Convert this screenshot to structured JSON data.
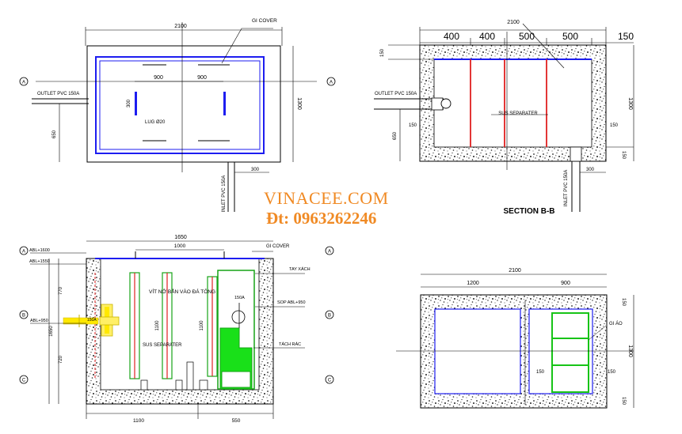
{
  "watermark": {
    "brand": "VINACEE.COM",
    "phone": "Đt: 0963262246"
  },
  "plan": {
    "width": "2100",
    "depth": "1300",
    "cover": "GI COVER",
    "span1": "900",
    "span2": "900",
    "lug": "LUG Ø20",
    "lug_dim": "300",
    "outlet": "OUTLET PVC 150A",
    "inlet": "INLET PVC 150A",
    "left_dim": "650",
    "inlet_dim": "300",
    "section_mark": "A"
  },
  "section_bb": {
    "title": "SECTION B-B",
    "width": "2100",
    "d1": "400",
    "d2": "400",
    "d3": "500",
    "d4": "500",
    "d5": "150",
    "top": "150",
    "height": "1300",
    "separator": "SUS SEPARATER",
    "left_dim": "650",
    "wall_l": "150",
    "wall_r": "150",
    "bottom": "150",
    "inlet_dim": "300",
    "outlet": "OUTLET PVC 150A",
    "inlet": "INLET PVC 150A"
  },
  "section_aa": {
    "width": "1650",
    "inner": "1000",
    "cover": "GI COVER",
    "lev1": "ABL+1600",
    "lev2": "ABL+1550",
    "lev3": "ABL+950",
    "tay": "TAY XÁCH",
    "bolt": "VÍT NỞ BẮN VÀO ĐÁ TÔNG",
    "sop": "SOP ABL+950",
    "pipe": "150A",
    "separator": "SUS SEPARATER",
    "tach": "TÁCH RÁC",
    "h_top": "770",
    "h_bot": "720",
    "h_total": "1650",
    "sep_h1": "1100",
    "sep_h2": "1100",
    "b1": "1100",
    "b2": "550",
    "grid1": "A",
    "grid2": "B",
    "grid3": "C"
  },
  "section_lower": {
    "width": "2100",
    "left": "1200",
    "right": "900",
    "top": "150",
    "h": "1300",
    "mid": "150",
    "bot": "150",
    "w150": "150",
    "label": "GI ÁO"
  }
}
